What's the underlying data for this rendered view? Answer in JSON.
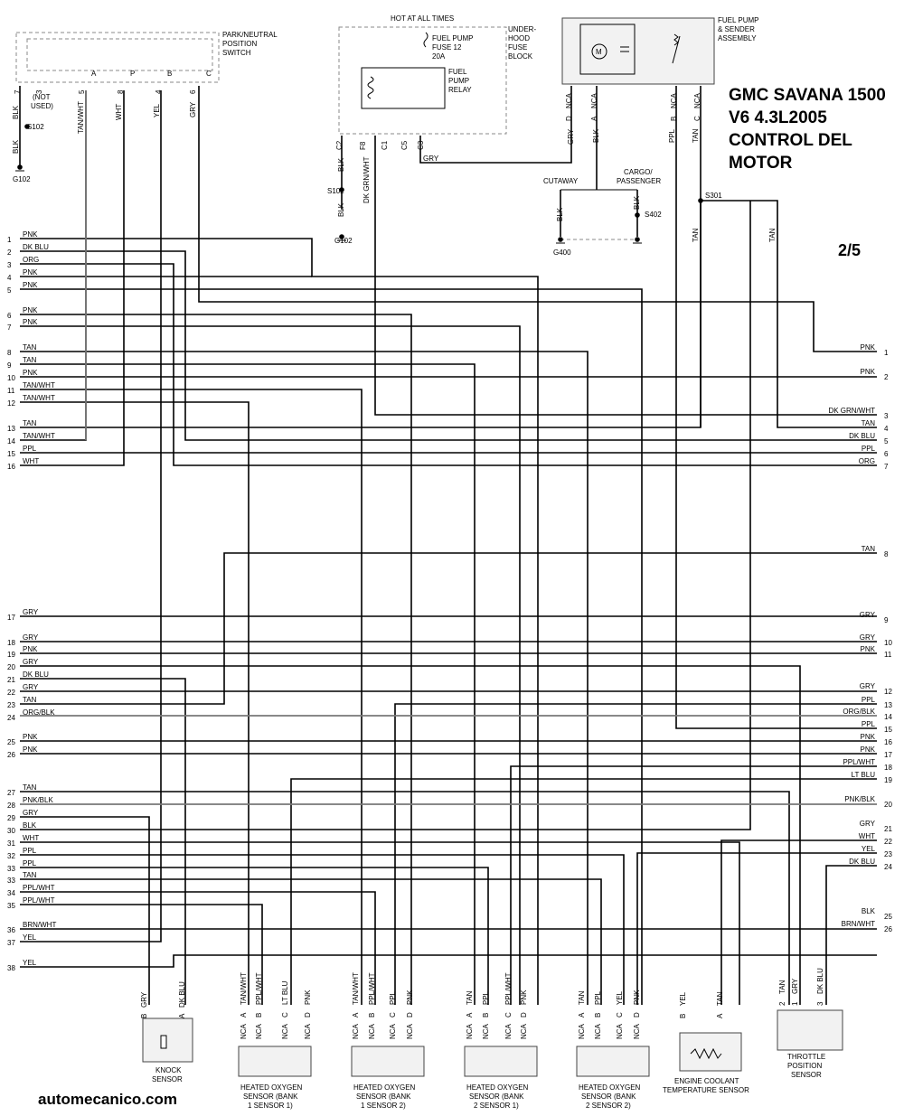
{
  "title": [
    "GMC SAVANA 1500",
    "V6 4.3L2005",
    "CONTROL DEL",
    "MOTOR"
  ],
  "page_number": "2/5",
  "site": "automecanico.com",
  "components": {
    "park_neutral_switch": [
      "PARK/NEUTRAL",
      "POSITION",
      "SWITCH"
    ],
    "hot_at_all_times": "HOT AT ALL TIMES",
    "fuse": [
      "FUEL PUMP",
      "FUSE 12",
      "20A"
    ],
    "fuse_block": [
      "UNDER-",
      "HOOD",
      "FUSE",
      "BLOCK"
    ],
    "relay": [
      "FUEL",
      "PUMP",
      "RELAY"
    ],
    "fuel_pump_assembly": [
      "FUEL PUMP",
      "& SENDER",
      "ASSEMBLY"
    ],
    "knock_sensor": [
      "KNOCK",
      "SENSOR"
    ],
    "o2_b1s1": [
      "HEATED OXYGEN",
      "SENSOR (BANK",
      "1 SENSOR 1)"
    ],
    "o2_b1s2": [
      "HEATED OXYGEN",
      "SENSOR (BANK",
      "1 SENSOR 2)"
    ],
    "o2_b2s1": [
      "HEATED OXYGEN",
      "SENSOR (BANK",
      "2 SENSOR 1)"
    ],
    "o2_b2s2": [
      "HEATED OXYGEN",
      "SENSOR (BANK",
      "2 SENSOR 2)"
    ],
    "ect_sensor": [
      "ENGINE COOLANT",
      "TEMPERATURE SENSOR"
    ],
    "tps": [
      "THROTTLE",
      "POSITION",
      "SENSOR"
    ]
  },
  "switch_pins": {
    "numbers": [
      "7",
      "3",
      "5",
      "8",
      "4",
      "6"
    ],
    "letters": [
      "A",
      "P",
      "B",
      "C"
    ],
    "not_used": [
      "(NOT",
      "USED)"
    ],
    "wire_colors": [
      "BLK",
      "TAN/WHT",
      "WHT",
      "YEL",
      "GRY"
    ]
  },
  "splices": {
    "s102": "S102",
    "s301": "S301",
    "s402": "S402",
    "g102": "G102",
    "g400": "G400",
    "cutaway": "CUTAWAY",
    "cargo": [
      "CARGO/",
      "PASSENGER"
    ]
  },
  "fuse_block_pins": {
    "pins": [
      "C2",
      "F8",
      "C1",
      "C5",
      "C3"
    ],
    "wires": [
      "BLK",
      "DK GRN/WHT",
      "GRY",
      "BLK",
      "BLK"
    ]
  },
  "pump_pins": {
    "nca": "NCA",
    "pins": [
      "D",
      "A",
      "B",
      "C"
    ],
    "wires": [
      "GRY",
      "BLK",
      "PPL",
      "TAN",
      "TAN",
      "TAN"
    ]
  },
  "left_rows": [
    {
      "n": "1",
      "c": "PNK"
    },
    {
      "n": "2",
      "c": "DK BLU"
    },
    {
      "n": "3",
      "c": "ORG"
    },
    {
      "n": "4",
      "c": "PNK"
    },
    {
      "n": "5",
      "c": "PNK"
    },
    {
      "n": "6",
      "c": "PNK"
    },
    {
      "n": "7",
      "c": "PNK"
    },
    {
      "n": "8",
      "c": "TAN"
    },
    {
      "n": "9",
      "c": "TAN"
    },
    {
      "n": "10",
      "c": "PNK"
    },
    {
      "n": "11",
      "c": "TAN/WHT"
    },
    {
      "n": "12",
      "c": "TAN/WHT"
    },
    {
      "n": "13",
      "c": "TAN"
    },
    {
      "n": "14",
      "c": "TAN/WHT"
    },
    {
      "n": "15",
      "c": "PPL"
    },
    {
      "n": "16",
      "c": "WHT"
    },
    {
      "n": "17",
      "c": "GRY"
    },
    {
      "n": "18",
      "c": "GRY"
    },
    {
      "n": "19",
      "c": "PNK"
    },
    {
      "n": "20",
      "c": "GRY"
    },
    {
      "n": "21",
      "c": "DK BLU"
    },
    {
      "n": "22",
      "c": "GRY"
    },
    {
      "n": "23",
      "c": "TAN"
    },
    {
      "n": "24",
      "c": "ORG/BLK"
    },
    {
      "n": "25",
      "c": "PNK"
    },
    {
      "n": "26",
      "c": "PNK"
    },
    {
      "n": "27",
      "c": "TAN"
    },
    {
      "n": "28",
      "c": "PNK/BLK"
    },
    {
      "n": "29",
      "c": "GRY"
    },
    {
      "n": "30",
      "c": "BLK"
    },
    {
      "n": "31",
      "c": "WHT"
    },
    {
      "n": "32",
      "c": "PPL"
    },
    {
      "n": "33",
      "c": "PPL"
    },
    {
      "n": "33",
      "c": "TAN"
    },
    {
      "n": "34",
      "c": "PPL/WHT"
    },
    {
      "n": "35",
      "c": "PPL/WHT"
    },
    {
      "n": "36",
      "c": "BRN/WHT"
    },
    {
      "n": "37",
      "c": "YEL"
    },
    {
      "n": "38",
      "c": "YEL"
    }
  ],
  "right_rows": [
    {
      "n": "1",
      "c": "PNK"
    },
    {
      "n": "2",
      "c": "PNK"
    },
    {
      "n": "3",
      "c": "DK GRN/WHT"
    },
    {
      "n": "4",
      "c": "TAN"
    },
    {
      "n": "5",
      "c": "DK BLU"
    },
    {
      "n": "6",
      "c": "PPL"
    },
    {
      "n": "7",
      "c": "ORG"
    },
    {
      "n": "8",
      "c": "TAN"
    },
    {
      "n": "9",
      "c": "GRY"
    },
    {
      "n": "10",
      "c": "GRY"
    },
    {
      "n": "11",
      "c": "PNK"
    },
    {
      "n": "12",
      "c": "GRY"
    },
    {
      "n": "13",
      "c": "PPL"
    },
    {
      "n": "14",
      "c": "ORG/BLK"
    },
    {
      "n": "15",
      "c": "PPL"
    },
    {
      "n": "16",
      "c": "PNK"
    },
    {
      "n": "17",
      "c": "PNK"
    },
    {
      "n": "18",
      "c": "PPL/WHT"
    },
    {
      "n": "19",
      "c": "LT BLU"
    },
    {
      "n": "20",
      "c": "PNK/BLK"
    },
    {
      "n": "21",
      "c": "GRY"
    },
    {
      "n": "22",
      "c": "WHT"
    },
    {
      "n": "23",
      "c": "YEL"
    },
    {
      "n": "24",
      "c": "DK BLU"
    },
    {
      "n": "25",
      "c": "BLK"
    },
    {
      "n": "26",
      "c": "BRN/WHT"
    }
  ],
  "sensor_pins": {
    "nca": "NCA",
    "knock": {
      "pins": [
        "B",
        "A"
      ],
      "wires": [
        "GRY",
        "DK BLU"
      ]
    },
    "o2": {
      "pins": [
        "A",
        "B",
        "C",
        "D"
      ]
    },
    "o2_b1s1_wires": [
      "TAN/WHT",
      "PPL/WHT",
      "LT BLU",
      "PNK"
    ],
    "o2_b1s2_wires": [
      "TAN/WHT",
      "PPL/WHT",
      "PPL",
      "PNK"
    ],
    "o2_b2s1_wires": [
      "TAN",
      "PPL",
      "PPL/WHT",
      "PNK"
    ],
    "o2_b2s2_wires": [
      "TAN",
      "PPL",
      "YEL",
      "PNK"
    ],
    "ect": {
      "pins": [
        "B",
        "A"
      ],
      "wires": [
        "YEL",
        "TAN"
      ]
    },
    "tps": {
      "pins": [
        "2",
        "1",
        "3"
      ],
      "wires": [
        "TAN",
        "GRY",
        "DK BLU"
      ]
    }
  },
  "icons": [
    "motor-icon",
    "capacitor-icon",
    "potentiometer-icon",
    "relay-coil-icon",
    "fuse-icon",
    "ground-icon",
    "thermistor-icon",
    "knock-crystal-icon"
  ]
}
